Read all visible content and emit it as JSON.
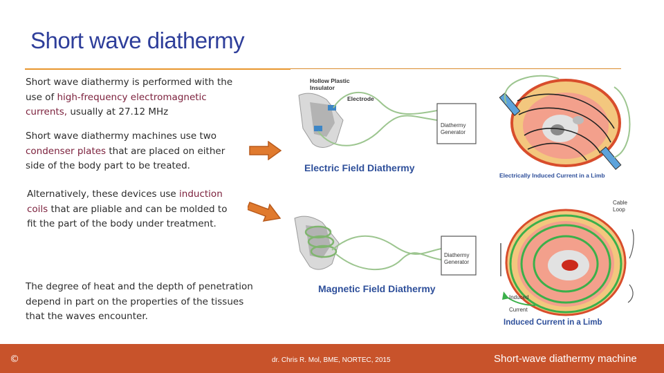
{
  "slide": {
    "title": "Short wave diathermy",
    "paragraphs": {
      "p1": {
        "pre": "Short wave diathermy is performed with the use of ",
        "highlight": "high-frequency electromagnetic currents,",
        "post": " usually at 27.12 MHz"
      },
      "p2": {
        "pre": "Short wave diathermy machines use two ",
        "highlight": "condenser plates",
        "post": " that are placed on either side of the body part to be treated."
      },
      "p3": {
        "pre": "Alternatively, these devices use ",
        "highlight": "induction coils",
        "post": " that are pliable and can be molded to fit the part of the body under treatment."
      },
      "p4": {
        "text": "The degree of heat and the depth of penetration depend in part on the properties of the tissues that the waves encounter."
      }
    }
  },
  "figures": {
    "electric": {
      "insulator_label_1": "Hollow Plastic",
      "insulator_label_2": "Insulator",
      "electrode_label": "Electrode",
      "generator_label_1": "Diathermy",
      "generator_label_2": "Generator",
      "caption": "Electric  Field  Diathermy",
      "limb_caption": "Electrically Induced Current in a Limb"
    },
    "magnetic": {
      "generator_label_1": "Diathermy",
      "generator_label_2": "Generator",
      "caption": "Magnetic  Field  Diathermy",
      "cable_label_1": "Cable",
      "cable_label_2": "Loop",
      "induced_label_1": "Induced",
      "induced_label_2": "Current",
      "limb_caption": "Induced  Current  in  a  Limb"
    }
  },
  "footer": {
    "copyright": "©",
    "author": "dr. Chris R. Mol, BME, NORTEC, 2015",
    "topic": "Short-wave diathermy machine"
  },
  "colors": {
    "title": "#2e3e9a",
    "accent_orange": "#e07a2e",
    "footer_bg": "#c8532b",
    "highlight_text": "#7a1e3a"
  }
}
